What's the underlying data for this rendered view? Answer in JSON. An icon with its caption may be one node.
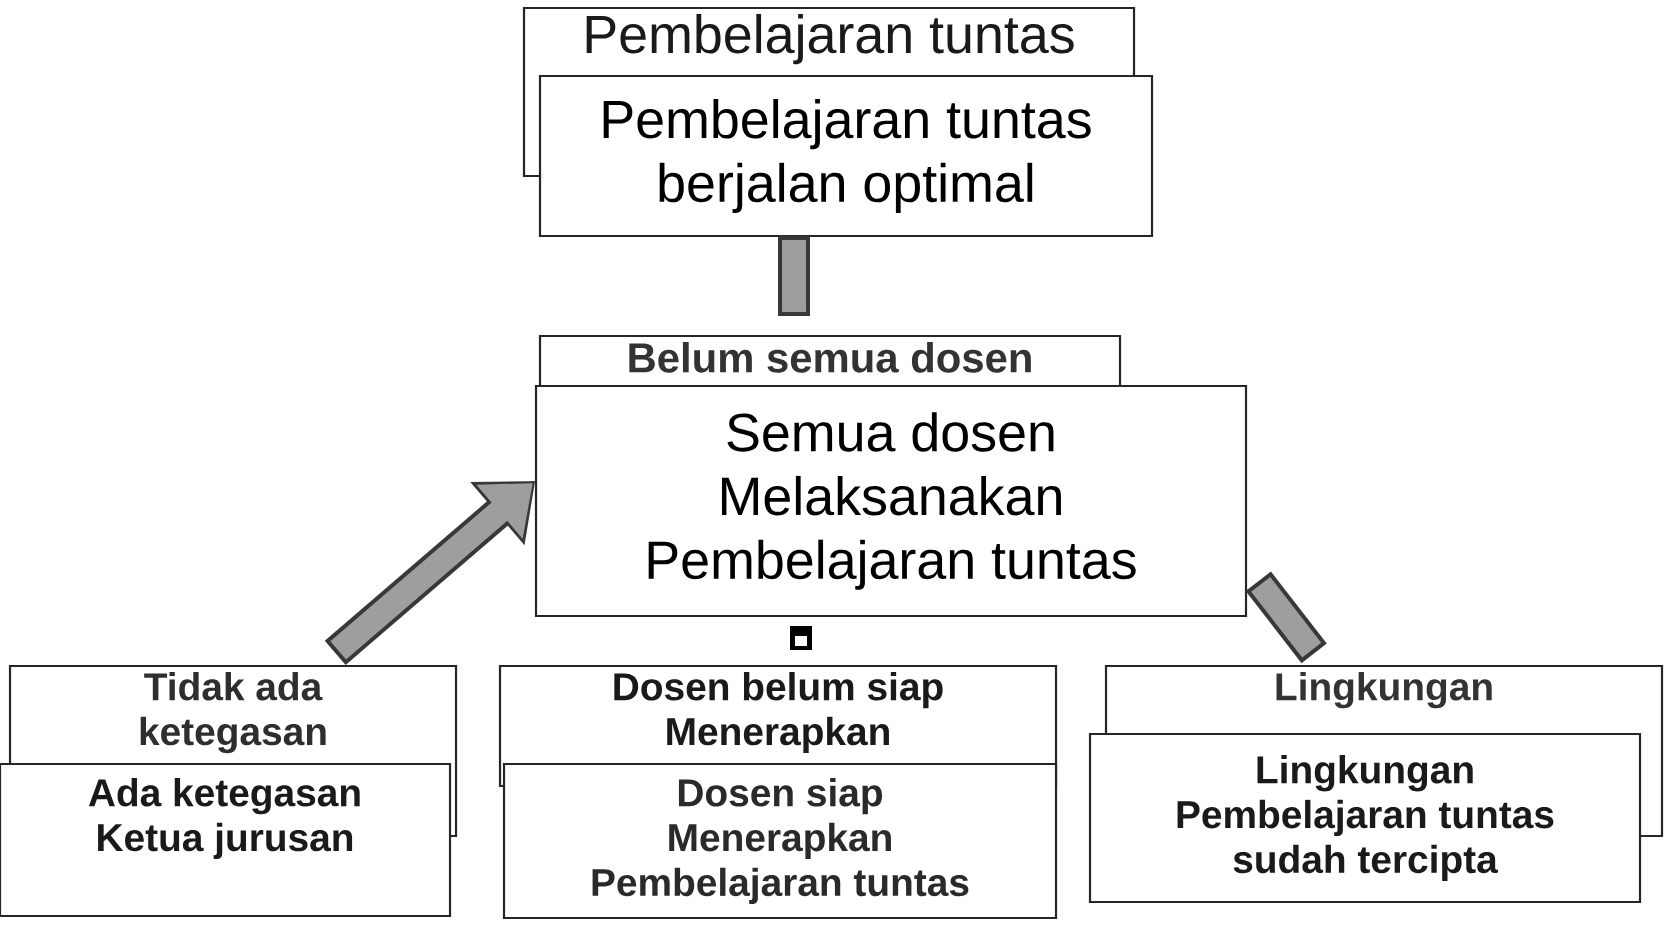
{
  "diagram": {
    "nodes": [
      {
        "text": [
          "Pembelajaran tuntas"
        ]
      },
      {
        "text": [
          "Pembelajaran tuntas berjalan optimal"
        ]
      },
      {
        "text": [
          "Belum semua dosen"
        ]
      },
      {
        "text": [
          "Semua dosen Melaksanakan Pembelajaran tuntas"
        ]
      },
      {
        "text": [
          "Tidak ada ketegasan"
        ]
      },
      {
        "text": [
          "Ada ketegasan Ketua jurusan"
        ]
      },
      {
        "text": [
          "Dosen belum siap Menerapkan"
        ]
      },
      {
        "text": [
          "Dosen siap Menerapkan Pembelajaran tuntas"
        ]
      },
      {
        "text": [
          "Lingkungan"
        ]
      },
      {
        "text": [
          "Lingkungan Pembelajaran tuntas sudah tercipta"
        ]
      }
    ],
    "edges": [
      {
        "from": 2,
        "to": 1,
        "arrow": "none"
      },
      {
        "from": 4,
        "to": 3,
        "arrow": "to"
      },
      {
        "from": 8,
        "to": 3,
        "arrow": "none"
      }
    ]
  }
}
